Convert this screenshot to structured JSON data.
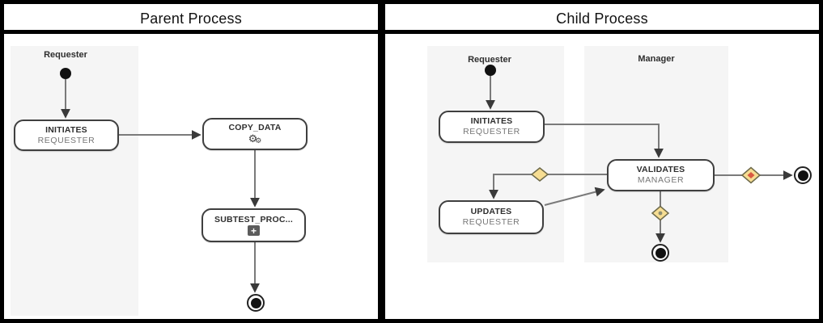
{
  "parent_panel": {
    "title": "Parent Process",
    "lane_requester": "Requester",
    "initiates": {
      "name": "INITIATES",
      "role": "REQUESTER"
    },
    "copy_data": {
      "name": "COPY_DATA"
    },
    "subtest": {
      "name": "SUBTEST_PROC..."
    }
  },
  "child_panel": {
    "title": "Child Process",
    "lane_requester": "Requester",
    "lane_manager": "Manager",
    "initiates": {
      "name": "INITIATES",
      "role": "REQUESTER"
    },
    "validates": {
      "name": "VALIDATES",
      "role": "MANAGER"
    },
    "updates": {
      "name": "UPDATES",
      "role": "REQUESTER"
    }
  },
  "icons": {
    "gear": "⚙",
    "plus": "+"
  },
  "colors": {
    "frame_border": "#000000",
    "lane_fill": "#f5f5f5",
    "node_border": "#3f3f3f",
    "node_fill": "#ffffff",
    "connector": "#7a7a7a",
    "arrowhead": "#3a3a3a",
    "event_fill": "#111111",
    "gateway_fill": "#f6dd92",
    "gateway_border": "#6e6a4a",
    "gateway_marker_orange": "#d95b43",
    "gateway_marker_dot": "#8f8f72",
    "title_color": "#111111",
    "subtitle_color": "#767676"
  }
}
